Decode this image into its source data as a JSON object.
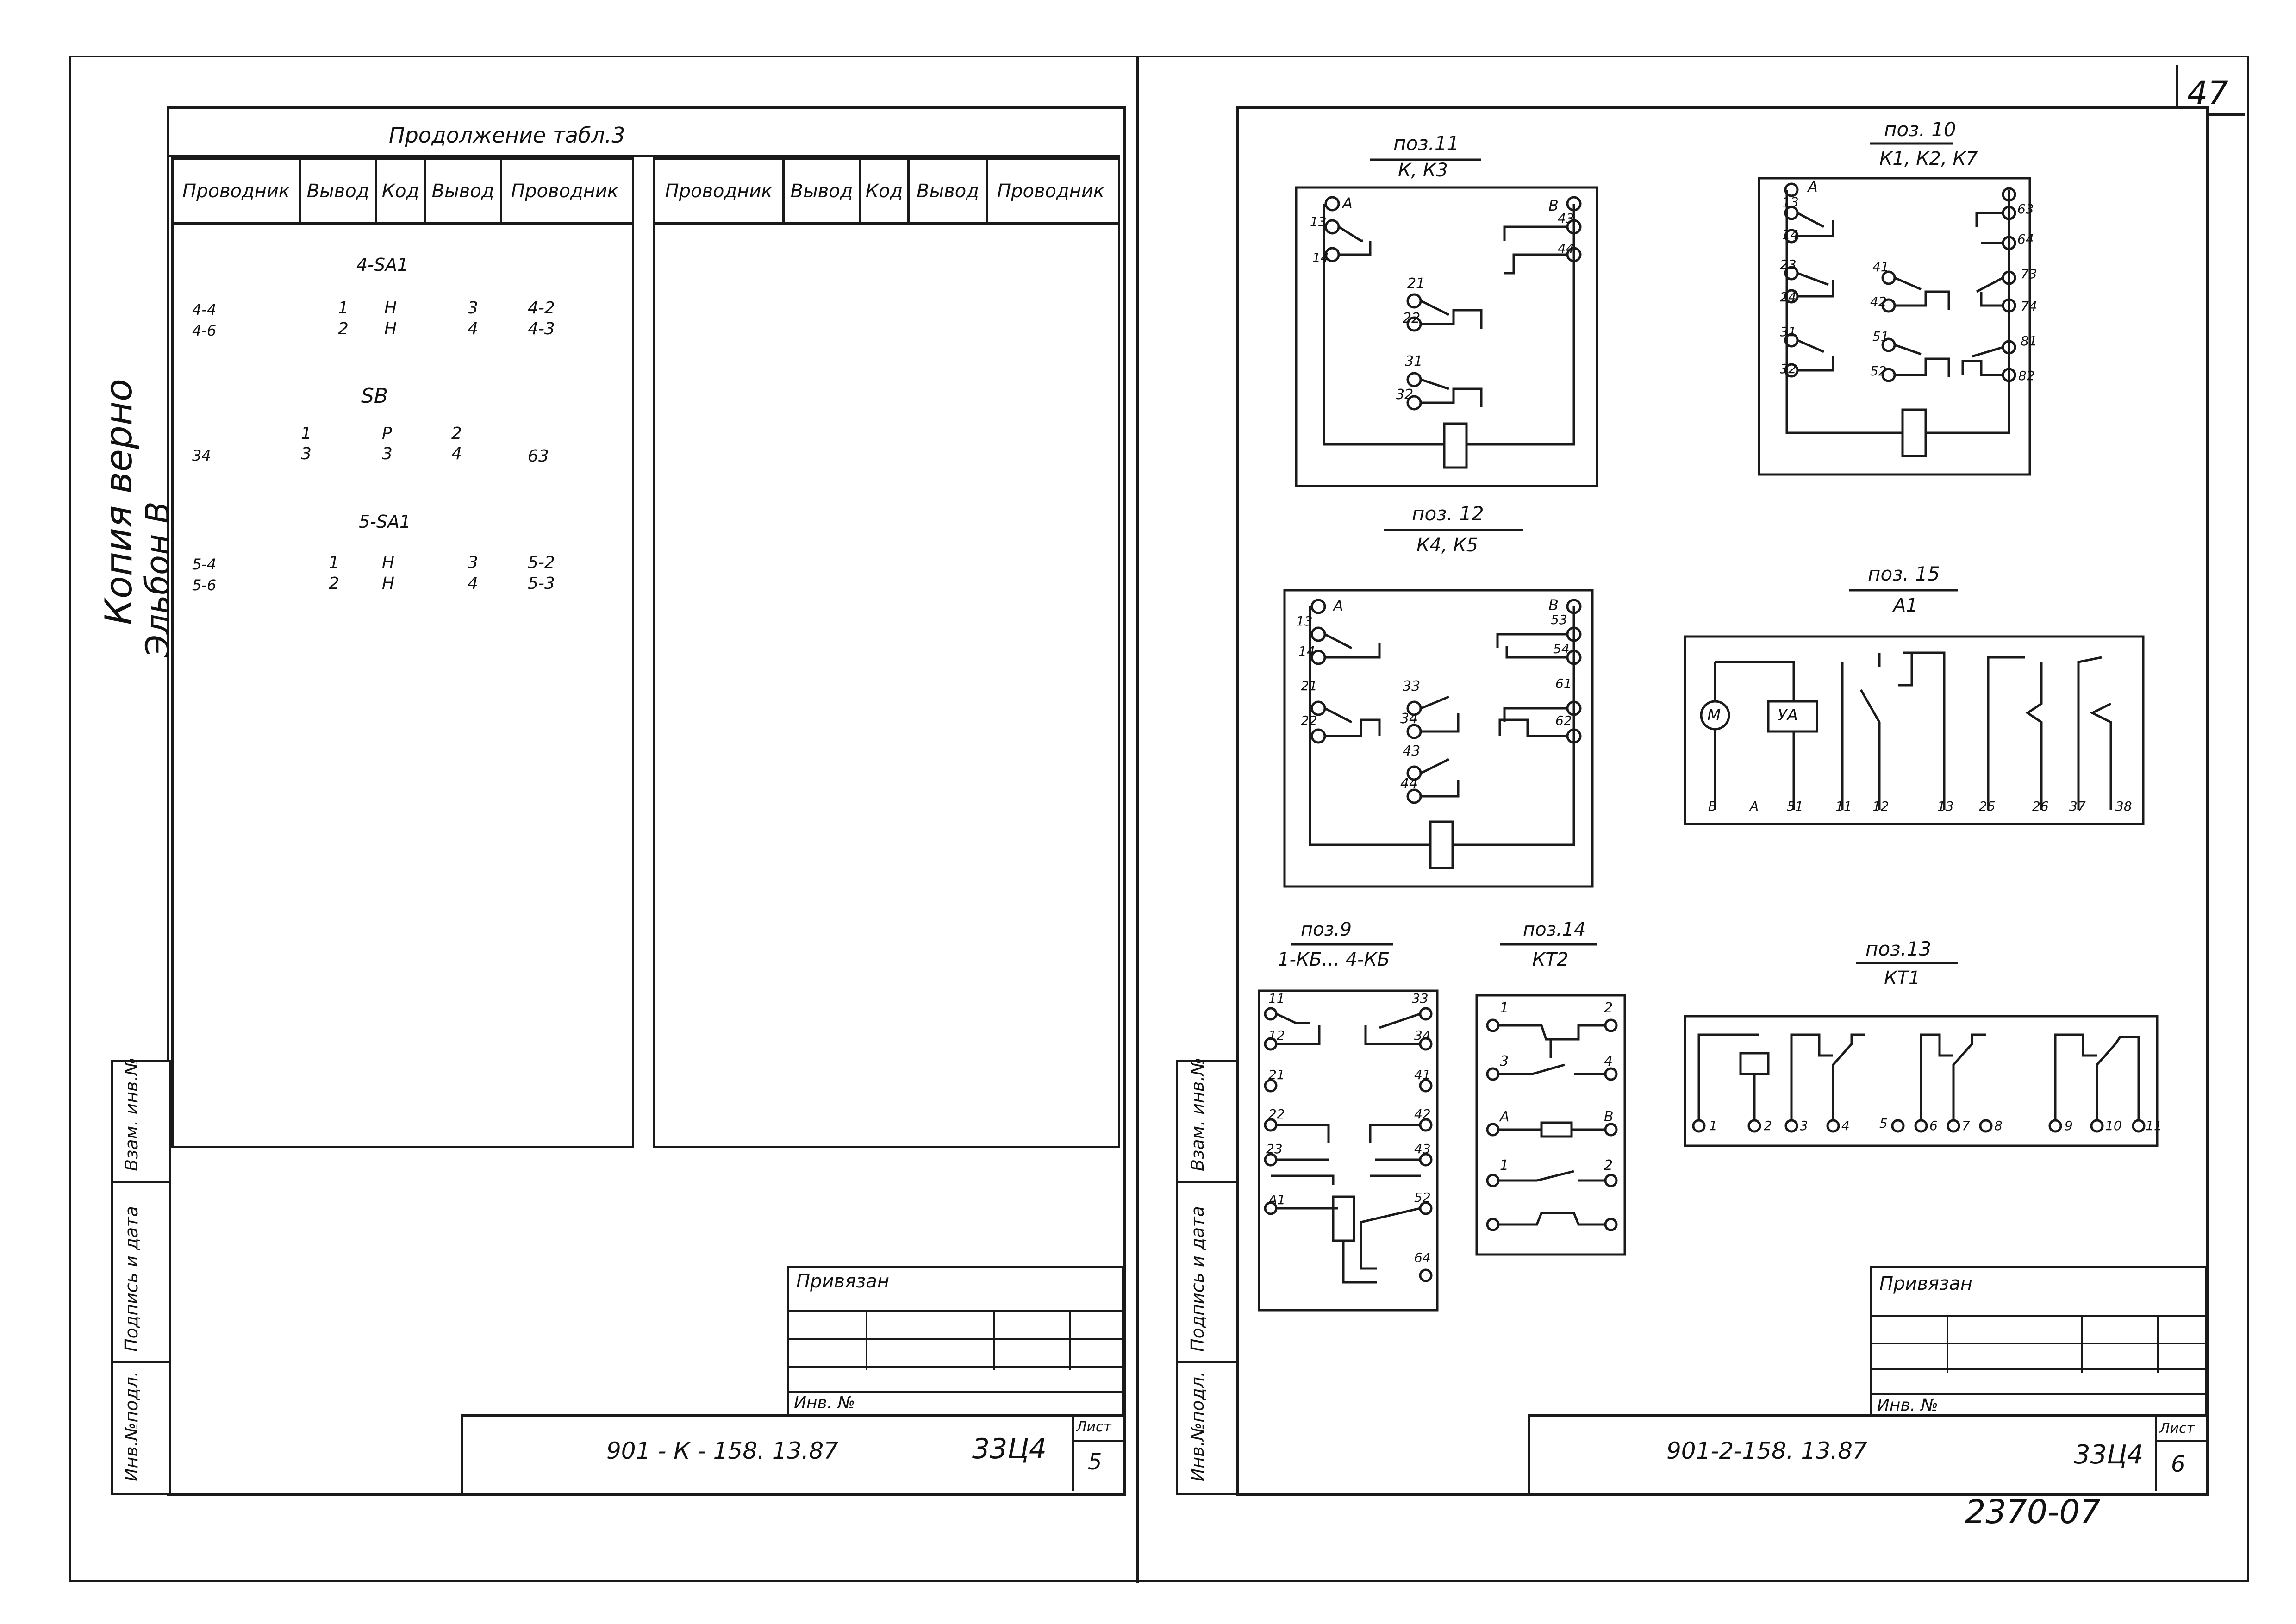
{
  "page_number": "47",
  "archive_number": "2370-07",
  "side_stamp": {
    "line1": "Копия верно",
    "line2": "Эльбон В"
  },
  "left_sheet": {
    "table_title": "Продолжение табл.3",
    "headers_left": [
      "Проводник",
      "Вывод",
      "Код",
      "Вывод",
      "Проводник"
    ],
    "headers_right": [
      "Проводник",
      "Вывод",
      "Код",
      "Вывод",
      "Проводник"
    ],
    "groups": [
      {
        "label": "4-SA1",
        "rows": [
          [
            "4-4",
            "1",
            "Н",
            "3",
            "4-2"
          ],
          [
            "4-6",
            "2",
            "Н",
            "4",
            "4-3"
          ]
        ]
      },
      {
        "label": "SB",
        "rows": [
          [
            "34",
            "1\n3",
            "Р\n3",
            "2\n4",
            "63"
          ]
        ]
      },
      {
        "label": "5-SA1",
        "rows": [
          [
            "5-4",
            "1",
            "Н",
            "3",
            "5-2"
          ],
          [
            "5-6",
            "2",
            "Н",
            "4",
            "5-3"
          ]
        ]
      }
    ],
    "side_labels": [
      "Взам. инв.№",
      "Подпись и дата",
      "Инв.№подл."
    ],
    "privyazan": "Привязан",
    "inv_label": "Инв. №",
    "doc_code": "901 - К - 158. 13.87",
    "sheet_code": "33Ц4",
    "list_label": "Лист",
    "list_number": "5"
  },
  "right_sheet": {
    "blocks": [
      {
        "pos": "поз.11",
        "devices": "К, К3",
        "terminals": [
          "А",
          "13",
          "14",
          "21",
          "22",
          "31",
          "32",
          "В",
          "43",
          "44"
        ]
      },
      {
        "pos": "поз. 10",
        "devices": "К1, К2, К7",
        "terminals": [
          "А",
          "13",
          "14",
          "23",
          "24",
          "31",
          "32",
          "41",
          "42",
          "51",
          "52",
          "63",
          "64",
          "73",
          "74",
          "81",
          "82"
        ]
      },
      {
        "pos": "поз. 12",
        "devices": "К4, К5",
        "terminals": [
          "А",
          "13",
          "14",
          "21",
          "22",
          "33",
          "34",
          "43",
          "44",
          "В",
          "53",
          "54",
          "61",
          "62"
        ]
      },
      {
        "pos": "поз. 15",
        "devices": "А1",
        "terminals": [
          "В",
          "А",
          "51",
          "11",
          "12",
          "13",
          "25",
          "26",
          "37",
          "38"
        ],
        "motor": "М",
        "coil": "УА"
      },
      {
        "pos": "поз.9",
        "devices": "1-КБ... 4-КБ",
        "terminals": [
          "11",
          "12",
          "21",
          "22",
          "23",
          "А1",
          "33",
          "34",
          "41",
          "42",
          "43",
          "52",
          "64"
        ]
      },
      {
        "pos": "поз.14",
        "devices": "КТ2",
        "terminals": [
          "1",
          "2",
          "3",
          "4",
          "А",
          "В",
          "1",
          "2"
        ]
      },
      {
        "pos": "поз.13",
        "devices": "КТ1",
        "terminals": [
          "1",
          "2",
          "3",
          "4",
          "5",
          "6",
          "7",
          "8",
          "9",
          "10",
          "11"
        ]
      }
    ],
    "side_labels": [
      "Взам. инв.№",
      "Подпись и дата",
      "Инв.№подл."
    ],
    "privyazan": "Привязан",
    "inv_label": "Инв. №",
    "doc_code": "901-2-158. 13.87",
    "sheet_code": "33Ц4",
    "list_label": "Лист",
    "list_number": "6"
  }
}
